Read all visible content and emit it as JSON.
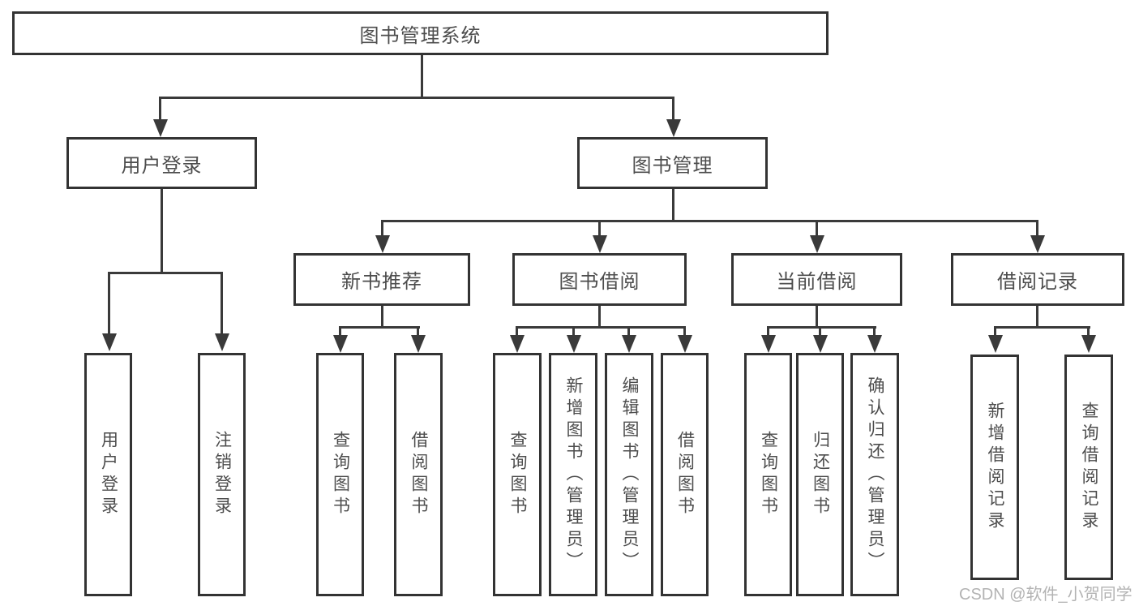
{
  "watermark": "CSDN @软件_小贺同学",
  "colors": {
    "background": "#ffffff",
    "box_border": "#333333",
    "box_fill": "#ffffff",
    "text": "#4d4d4d",
    "connector": "#3a3a3a",
    "watermark": "#b3b3b3"
  },
  "tree": {
    "root": "图书管理系统",
    "branches": [
      {
        "label": "用户登录",
        "leaves": [
          "用户登录",
          "注销登录"
        ]
      },
      {
        "label": "图书管理",
        "groups": [
          {
            "label": "新书推荐",
            "leaves": [
              "查询图书",
              "借阅图书"
            ]
          },
          {
            "label": "图书借阅",
            "leaves": [
              "查询图书",
              "新增图书（管理员）",
              "编辑图书（管理员）",
              "借阅图书"
            ]
          },
          {
            "label": "当前借阅",
            "leaves": [
              "查询图书",
              "归还图书",
              "确认归还（管理员）"
            ]
          },
          {
            "label": "借阅记录",
            "leaves": [
              "新增借阅记录",
              "查询借阅记录"
            ]
          }
        ]
      }
    ]
  }
}
